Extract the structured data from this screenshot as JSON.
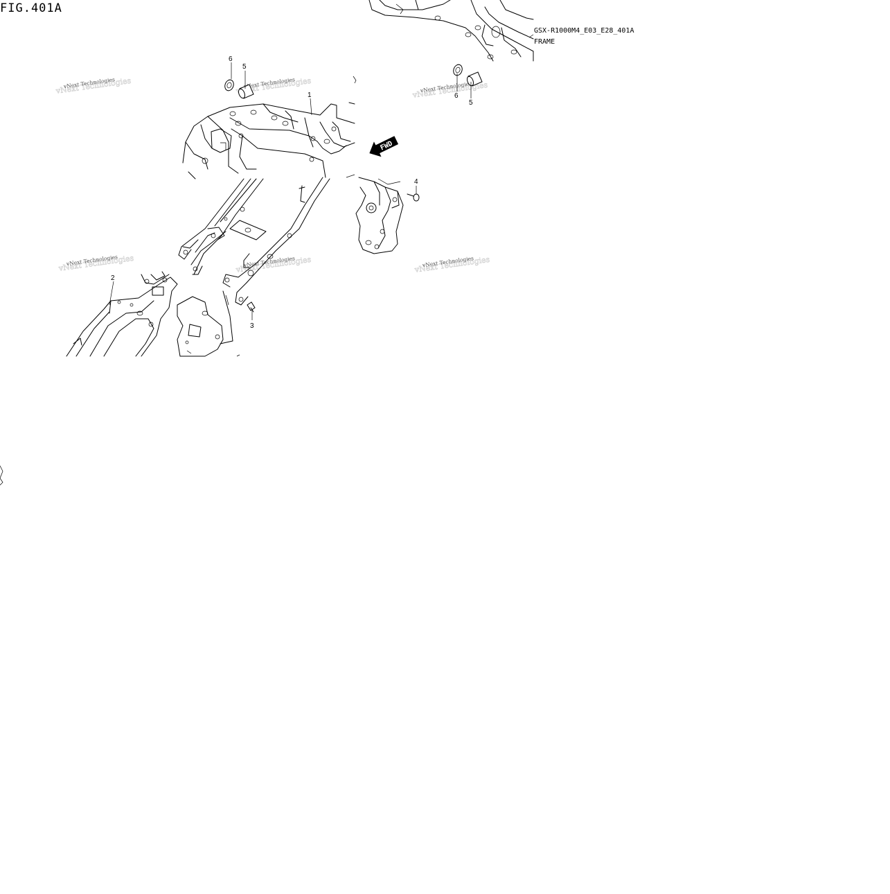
{
  "figure": {
    "title": "FIG.401A",
    "code": "GSX-R1000M4_E03_E28_401A",
    "name": "FRAME"
  },
  "callouts": [
    {
      "id": "callout-1-main",
      "label": "1"
    },
    {
      "id": "callout-2",
      "label": "2"
    },
    {
      "id": "callout-3",
      "label": "3"
    },
    {
      "id": "callout-4",
      "label": "4"
    },
    {
      "id": "callout-5-left",
      "label": "5"
    },
    {
      "id": "callout-6-left",
      "label": "6"
    },
    {
      "id": "callout-5-right",
      "label": "5"
    },
    {
      "id": "callout-6-right",
      "label": "6"
    }
  ],
  "fwd_label": "FWD",
  "watermark": {
    "text": "vNext Technologies"
  },
  "icons": {
    "direction": "fwd-arrow-icon"
  }
}
